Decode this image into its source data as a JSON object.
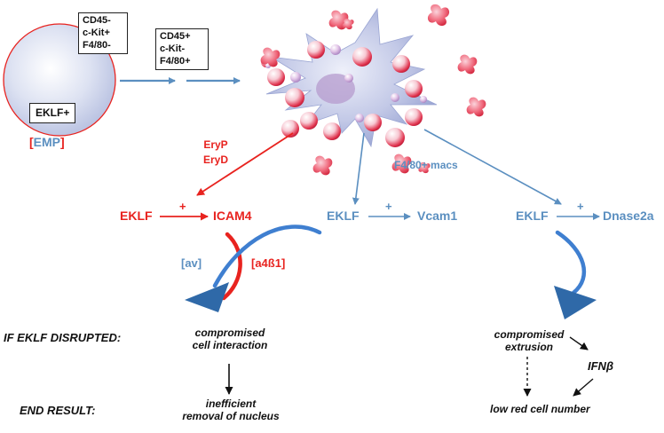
{
  "emp": {
    "marker_box": [
      "CD45-",
      "c-Kit+",
      "F4/80-"
    ],
    "eklf_box": "EKLF+",
    "label_open": "[",
    "label_text": "EMP",
    "label_close": "]"
  },
  "intermediate": {
    "marker_box": [
      "CD45+",
      "c-Kit-",
      "F4/80+"
    ]
  },
  "macrophage_label": "F4/80+ macs",
  "erythroid": {
    "line1": "EryP",
    "line2": "EryD"
  },
  "pathways": {
    "icam": {
      "eklf": "EKLF",
      "plus": "+",
      "target": "ICAM4"
    },
    "vcam": {
      "eklf": "EKLF",
      "plus": "+",
      "target": "Vcam1"
    },
    "dnase": {
      "eklf": "EKLF",
      "plus": "+",
      "target": "Dnase2a"
    }
  },
  "integrins": {
    "av": "[av]",
    "a4b1": "[a4ß1]"
  },
  "row_labels": {
    "disrupted": "IF EKLF DISRUPTED:",
    "end_result": "END RESULT:"
  },
  "outcomes": {
    "left_effect": [
      "compromised",
      "cell interaction"
    ],
    "left_result": [
      "inefficient",
      "removal of nucleus"
    ],
    "right_effect": [
      "compromised",
      "extrusion"
    ],
    "ifn": "IFNβ",
    "right_result": "low red cell number"
  },
  "colors": {
    "red": "#e8231f",
    "blue": "#5b8fc0",
    "dark_blue": "#2f69a8",
    "macrophage": "#aab4dc",
    "cell_pink": "#f6c8d2"
  }
}
